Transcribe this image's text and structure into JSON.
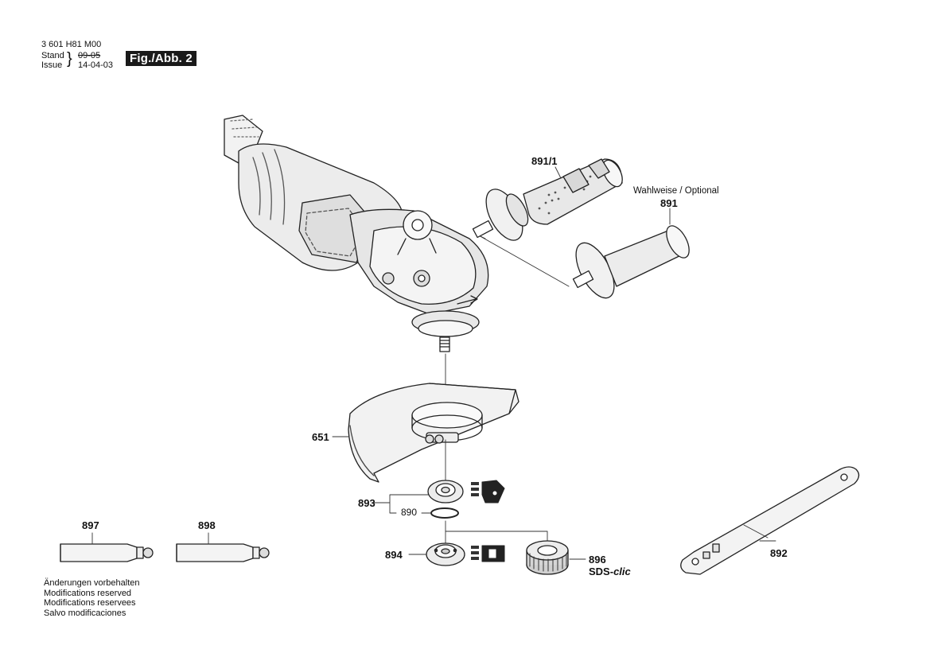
{
  "header": {
    "doc_number": "3 601 H81 M00",
    "stand_label": "Stand",
    "issue_label": "Issue",
    "stand_date_struck": "09-05",
    "issue_date": "14-04-03",
    "figure_badge": "Fig./Abb. 2"
  },
  "labels": {
    "part_891_1": "891/1",
    "optional_note": "Wahlweise / Optional",
    "part_891": "891",
    "part_651": "651",
    "part_893": "893",
    "part_890": "890",
    "part_894": "894",
    "part_896": "896",
    "sds_prefix": "SDS-",
    "sds_suffix": "clic",
    "part_897": "897",
    "part_898": "898",
    "part_892": "892"
  },
  "notes": [
    "Änderungen vorbehalten",
    "Modifications reserved",
    "Modifications reservees",
    "Salvo modificaciones"
  ]
}
